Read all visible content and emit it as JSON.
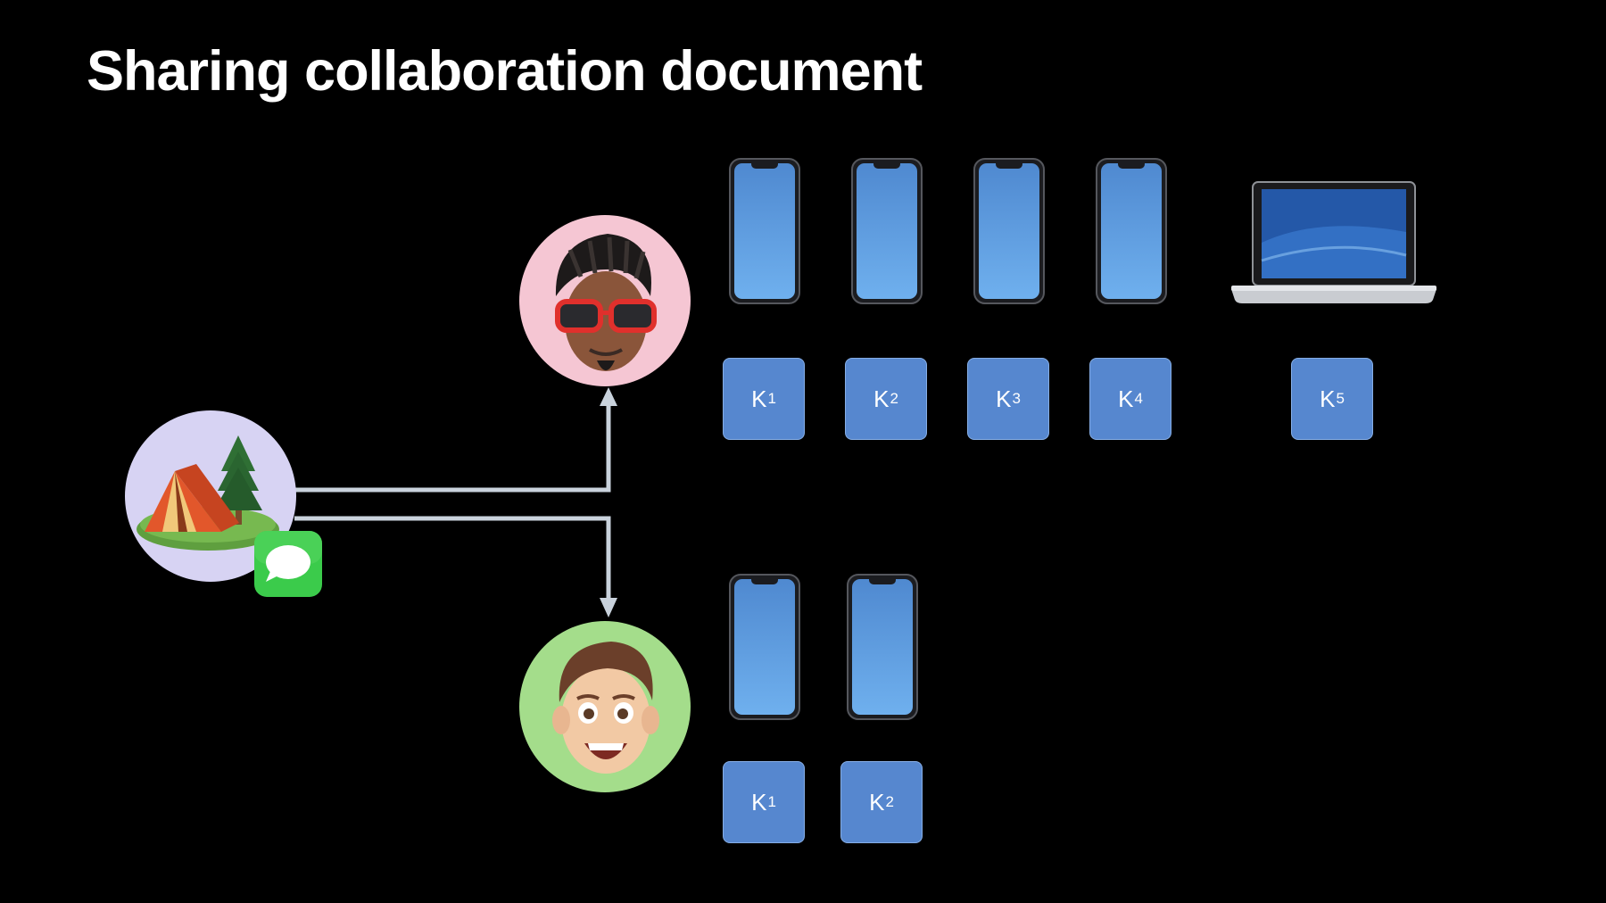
{
  "slide": {
    "title": "Sharing collaboration document"
  },
  "icons": {
    "sender_document": "tent-camping-icon",
    "messages_app": "messages-icon",
    "recipient_top": "memoji-sunglasses-avatar",
    "recipient_bottom": "memoji-smiling-avatar",
    "phone_device": "iphone-icon",
    "laptop_device": "macbook-icon"
  },
  "colors": {
    "background": "#000000",
    "key_box": "#5687cf",
    "connector": "#c9d2dc",
    "sender_circle": "#d7d3f3",
    "top_avatar_circle": "#f5c6d3",
    "bottom_avatar_circle": "#a4dd8b",
    "messages_green": "#3bcb4b"
  },
  "recipients": [
    {
      "devices": [
        {
          "type": "iphone",
          "key_label": "K",
          "key_sub": "1"
        },
        {
          "type": "iphone",
          "key_label": "K",
          "key_sub": "2"
        },
        {
          "type": "iphone",
          "key_label": "K",
          "key_sub": "3"
        },
        {
          "type": "iphone",
          "key_label": "K",
          "key_sub": "4"
        },
        {
          "type": "macbook",
          "key_label": "K",
          "key_sub": "5"
        }
      ]
    },
    {
      "devices": [
        {
          "type": "iphone",
          "key_label": "K",
          "key_sub": "1"
        },
        {
          "type": "iphone",
          "key_label": "K",
          "key_sub": "2"
        }
      ]
    }
  ]
}
